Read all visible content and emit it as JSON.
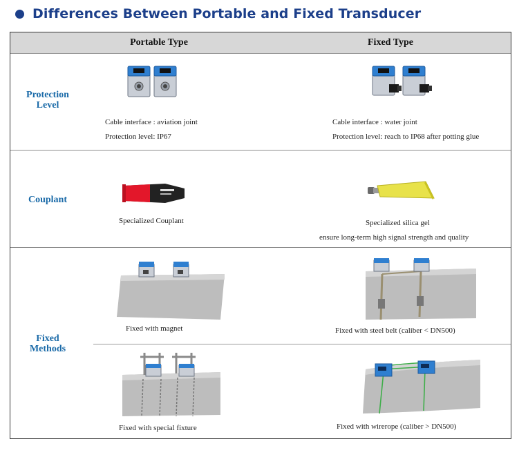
{
  "title": "Differences Between Portable and Fixed Transducer",
  "columns": {
    "portable": "Portable Type",
    "fixed": "Fixed Type"
  },
  "rows": {
    "protection": {
      "label_line1": "Protection",
      "label_line2": "Level",
      "portable": [
        "Cable interface : aviation joint",
        "Protection level: IP67"
      ],
      "fixed": [
        "Cable interface : water joint",
        "Protection level: reach to IP68 after potting glue"
      ]
    },
    "couplant": {
      "label": "Couplant",
      "portable": "Specialized Couplant",
      "fixed_line1": "Specialized silica gel",
      "fixed_line2": "ensure long-term high signal strength and quality"
    },
    "methods": {
      "label_line1": "Fixed",
      "label_line2": "Methods",
      "magnet": "Fixed with magnet",
      "steel_belt": "Fixed with steel belt (caliber < DN500)",
      "fixture": "Fixed with special fixture",
      "wirerope": "Fixed with wirerope (caliber > DN500)"
    }
  },
  "colors": {
    "title": "#1c3f8a",
    "row_label": "#1a6aa8",
    "header_bg": "#d7d7d7",
    "transducer_blue": "#2f7fd0"
  }
}
